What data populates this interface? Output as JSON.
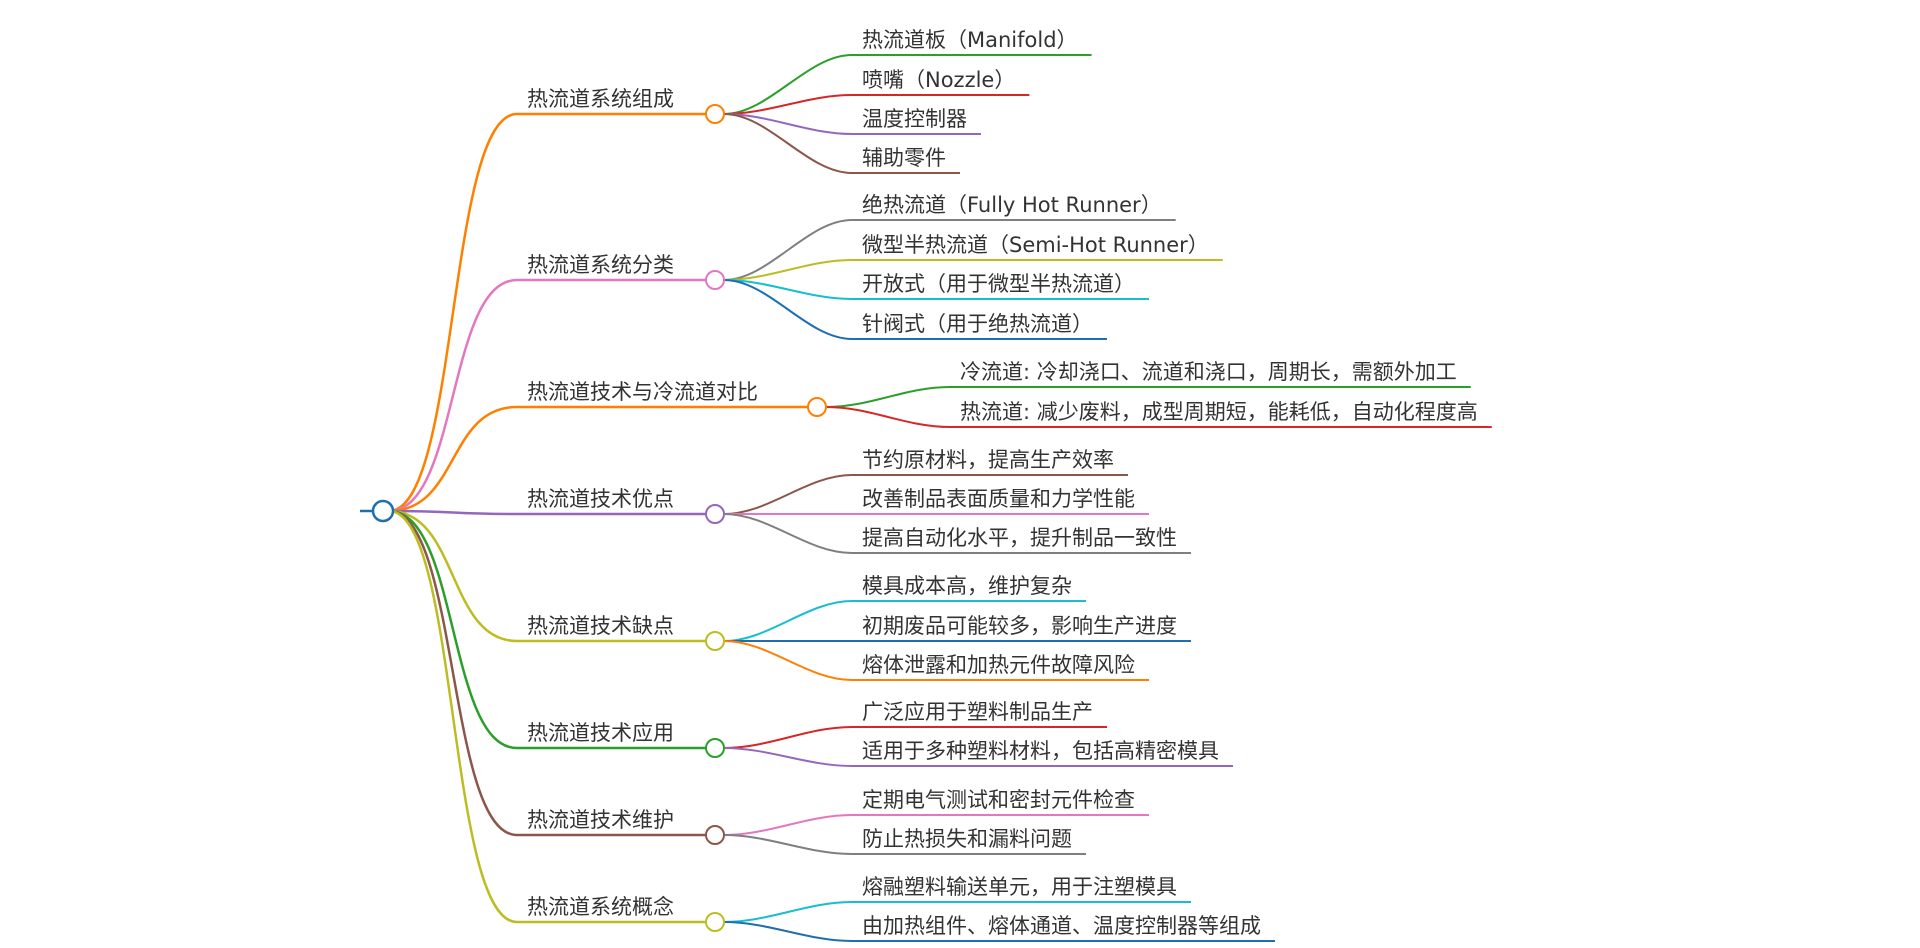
{
  "mindmap": {
    "root_color": "#1f6fb0",
    "branches": [
      {
        "label": "热流道系统组成",
        "color": "#ff8000",
        "children": [
          {
            "label": "热流道板（Manifold）",
            "color": "#2aa02a"
          },
          {
            "label": "喷嘴（Nozzle）",
            "color": "#d62728"
          },
          {
            "label": "温度控制器",
            "color": "#9467bd"
          },
          {
            "label": "辅助零件",
            "color": "#8c564b"
          }
        ]
      },
      {
        "label": "热流道系统分类",
        "color": "#e377c2",
        "children": [
          {
            "label": "绝热流道（Fully Hot Runner）",
            "color": "#7f7f7f"
          },
          {
            "label": "微型半热流道（Semi-Hot Runner）",
            "color": "#bcbd22"
          },
          {
            "label": "开放式（用于微型半热流道）",
            "color": "#17becf"
          },
          {
            "label": "针阀式（用于绝热流道）",
            "color": "#1f6fb0"
          }
        ]
      },
      {
        "label": "热流道技术与冷流道对比",
        "color": "#ff8000",
        "children": [
          {
            "label": "冷流道: 冷却浇口、流道和浇口，周期长，需额外加工",
            "color": "#2aa02a"
          },
          {
            "label": "热流道: 减少废料，成型周期短，能耗低，自动化程度高",
            "color": "#d62728"
          }
        ]
      },
      {
        "label": "热流道技术优点",
        "color": "#9467bd",
        "children": [
          {
            "label": "节约原材料，提高生产效率",
            "color": "#8c564b"
          },
          {
            "label": "改善制品表面质量和力学性能",
            "color": "#e377c2"
          },
          {
            "label": "提高自动化水平，提升制品一致性",
            "color": "#7f7f7f"
          }
        ]
      },
      {
        "label": "热流道技术缺点",
        "color": "#bcbd22",
        "children": [
          {
            "label": "模具成本高，维护复杂",
            "color": "#17becf"
          },
          {
            "label": "初期废品可能较多，影响生产进度",
            "color": "#1f6fb0"
          },
          {
            "label": "熔体泄露和加热元件故障风险",
            "color": "#ff8000"
          }
        ]
      },
      {
        "label": "热流道技术应用",
        "color": "#2aa02a",
        "children": [
          {
            "label": "广泛应用于塑料制品生产",
            "color": "#d62728"
          },
          {
            "label": "适用于多种塑料材料，包括高精密模具",
            "color": "#9467bd"
          }
        ]
      },
      {
        "label": "热流道技术维护",
        "color": "#8c564b",
        "children": [
          {
            "label": "定期电气测试和密封元件检查",
            "color": "#e377c2"
          },
          {
            "label": "防止热损失和漏料问题",
            "color": "#7f7f7f"
          }
        ]
      },
      {
        "label": "热流道系统概念",
        "color": "#bcbd22",
        "children": [
          {
            "label": "熔融塑料输送单元，用于注塑模具",
            "color": "#17becf"
          },
          {
            "label": "由加热组件、熔体通道、温度控制器等组成",
            "color": "#1f6fb0"
          }
        ]
      }
    ]
  }
}
